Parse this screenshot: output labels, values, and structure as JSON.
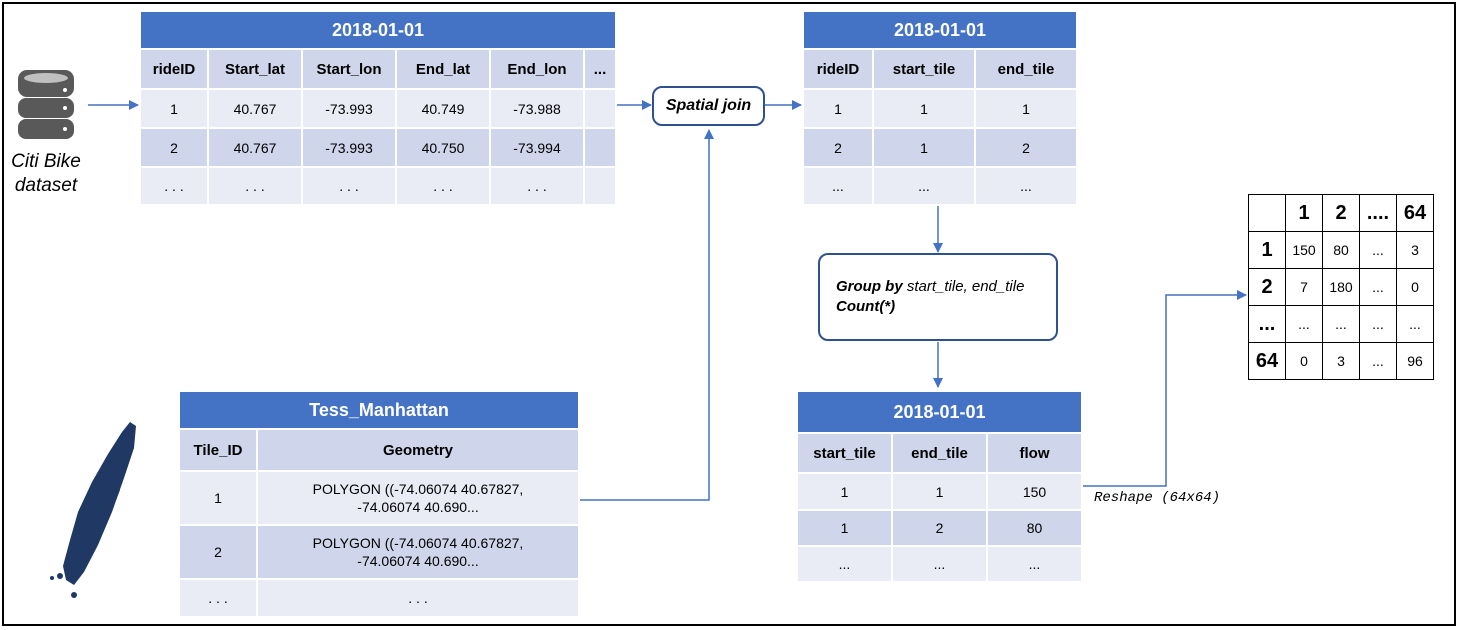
{
  "citibike": {
    "label_line1": "Citi Bike",
    "label_line2": "dataset"
  },
  "rides": {
    "title": "2018-01-01",
    "columns": [
      "rideID",
      "Start_lat",
      "Start_lon",
      "End_lat",
      "End_lon",
      "..."
    ],
    "rows": [
      [
        "1",
        "40.767",
        "-73.993",
        "40.749",
        "-73.988",
        ""
      ],
      [
        "2",
        "40.767",
        "-73.993",
        "40.750",
        "-73.994",
        ""
      ],
      [
        ". . .",
        ". . .",
        ". . .",
        ". . .",
        ". . .",
        ""
      ]
    ]
  },
  "spatial_join": {
    "label": "Spatial join"
  },
  "tiles": {
    "title": "2018-01-01",
    "columns": [
      "rideID",
      "start_tile",
      "end_tile"
    ],
    "rows": [
      [
        "1",
        "1",
        "1"
      ],
      [
        "2",
        "1",
        "2"
      ],
      [
        "...",
        "...",
        "..."
      ]
    ]
  },
  "groupby": {
    "keyword": "Group by",
    "fields": "start_tile, end_tile",
    "count": "Count(*)"
  },
  "flows": {
    "title": "2018-01-01",
    "columns": [
      "start_tile",
      "end_tile",
      "flow"
    ],
    "rows": [
      [
        "1",
        "1",
        "150"
      ],
      [
        "1",
        "2",
        "80"
      ],
      [
        "...",
        "...",
        "..."
      ]
    ]
  },
  "reshape": {
    "label": "Reshape (64x64)"
  },
  "tess": {
    "title": "Tess_Manhattan",
    "columns": [
      "Tile_ID",
      "Geometry"
    ],
    "rows": [
      [
        "1",
        "POLYGON ((-74.06074 40.67827, -74.06074 40.690..."
      ],
      [
        "2",
        "POLYGON ((-74.06074 40.67827, -74.06074 40.690..."
      ],
      [
        ". . .",
        ". . ."
      ]
    ]
  },
  "matrix": {
    "header": [
      "",
      "1",
      "2",
      "....",
      "64"
    ],
    "rows": [
      [
        "1",
        "150",
        "80",
        "...",
        "3"
      ],
      [
        "2",
        "7",
        "180",
        "...",
        "0"
      ],
      [
        "...",
        "...",
        "...",
        "...",
        "..."
      ],
      [
        "64",
        "0",
        "3",
        "...",
        "96"
      ]
    ]
  },
  "colors": {
    "accent": "#4472c4",
    "header_fill": "#cfd5ea",
    "row_fill": "#e9ebf5",
    "map": "#1f3864"
  }
}
